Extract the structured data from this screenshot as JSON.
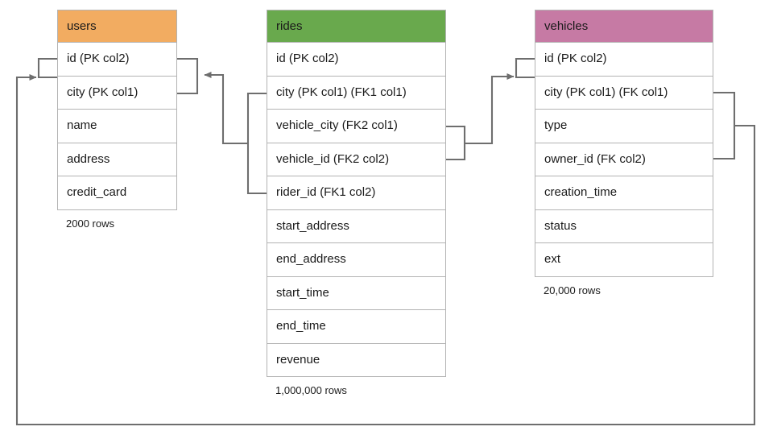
{
  "diagram": {
    "title_text": "",
    "colors": {
      "users_header": "#f2ac61",
      "rides_header": "#69a94d",
      "vehicles_header": "#c67aa4",
      "table_border": "#b3b3b3",
      "connector": "#6e6e6e",
      "text": "#1a1a1a"
    }
  },
  "tables": {
    "users": {
      "name": "users",
      "row_count_label": "2000 rows",
      "columns": [
        {
          "label": "id (PK col2)"
        },
        {
          "label": "city (PK col1)"
        },
        {
          "label": "name"
        },
        {
          "label": "address"
        },
        {
          "label": "credit_card"
        }
      ]
    },
    "rides": {
      "name": "rides",
      "row_count_label": "1,000,000 rows",
      "columns": [
        {
          "label": "id (PK col2)"
        },
        {
          "label": "city (PK col1) (FK1 col1)"
        },
        {
          "label": "vehicle_city (FK2 col1)"
        },
        {
          "label": "vehicle_id (FK2 col2)"
        },
        {
          "label": "rider_id (FK1 col2)"
        },
        {
          "label": "start_address"
        },
        {
          "label": "end_address"
        },
        {
          "label": "start_time"
        },
        {
          "label": "end_time"
        },
        {
          "label": "revenue"
        }
      ]
    },
    "vehicles": {
      "name": "vehicles",
      "row_count_label": "20,000 rows",
      "columns": [
        {
          "label": "id (PK col2)"
        },
        {
          "label": "city (PK col1) (FK col1)"
        },
        {
          "label": "type"
        },
        {
          "label": "owner_id (FK col2)"
        },
        {
          "label": "creation_time"
        },
        {
          "label": "status"
        },
        {
          "label": "ext"
        }
      ]
    }
  },
  "relationships": [
    {
      "name": "rides-fk1-to-users",
      "from_table": "rides",
      "from_columns": [
        "city (PK col1) (FK1 col1)",
        "rider_id (FK1 col2)"
      ],
      "to_table": "users",
      "to_columns": [
        "id (PK col2)",
        "city (PK col1)"
      ]
    },
    {
      "name": "rides-fk2-to-vehicles",
      "from_table": "rides",
      "from_columns": [
        "vehicle_city (FK2 col1)",
        "vehicle_id (FK2 col2)"
      ],
      "to_table": "vehicles",
      "to_columns": [
        "id (PK col2)",
        "city (PK col1) (FK col1)"
      ]
    },
    {
      "name": "vehicles-fk-to-users",
      "from_table": "vehicles",
      "from_columns": [
        "city (PK col1) (FK col1)",
        "owner_id (FK col2)"
      ],
      "to_table": "users",
      "to_columns": [
        "id (PK col2)",
        "city (PK col1)"
      ]
    }
  ]
}
